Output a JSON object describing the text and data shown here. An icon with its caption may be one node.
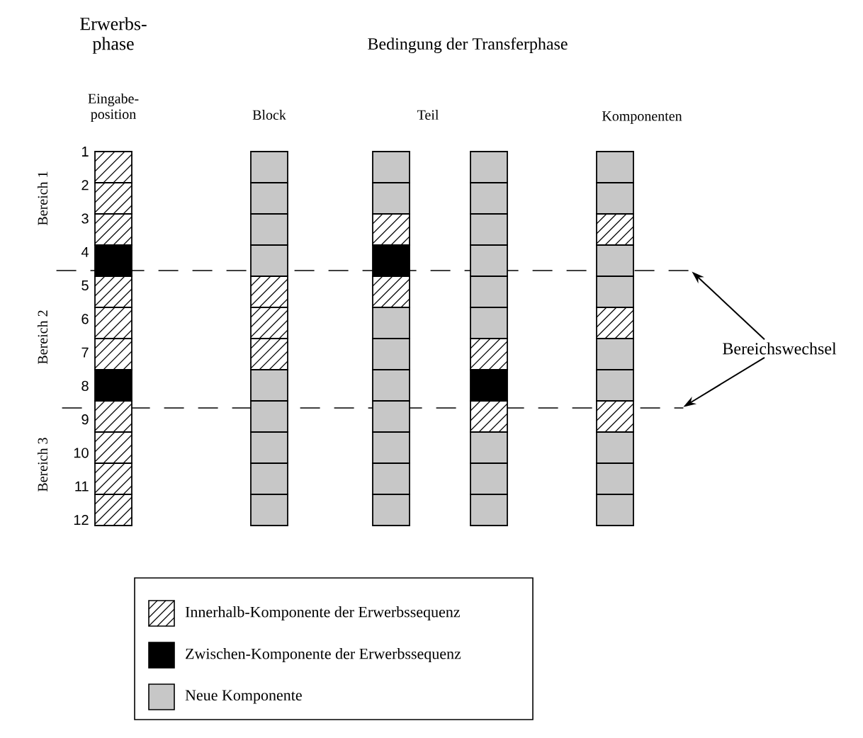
{
  "diagram": {
    "title": "Bedingung der Transferphase",
    "nodes": [
      {
        "text": [
          "Bereichswechsel"
        ]
      },
      {
        "text": [],
        "shape": "line"
      },
      {
        "text": [],
        "shape": "line"
      }
    ],
    "edges": [
      {
        "from": 0,
        "to": 1,
        "arrow": "to"
      },
      {
        "from": 0,
        "to": 2,
        "arrow": "to"
      }
    ],
    "labels": [
      "Erwerbs- phase",
      "Eingabe- position",
      "Block",
      "Teil",
      "Komponenten",
      "Bereich 1",
      "Bereich 2",
      "Bereich 3",
      "1",
      "2",
      "3",
      "4",
      "5",
      "6",
      "7",
      "8",
      "9",
      "10",
      "11",
      "12"
    ],
    "legend": [
      {
        "text": "Innerhalb-Komponente der Erwerbssequenz"
      },
      {
        "text": "Zwischen-Komponente der Erwerbssequenz"
      },
      {
        "text": "Neue Komponente"
      }
    ]
  }
}
